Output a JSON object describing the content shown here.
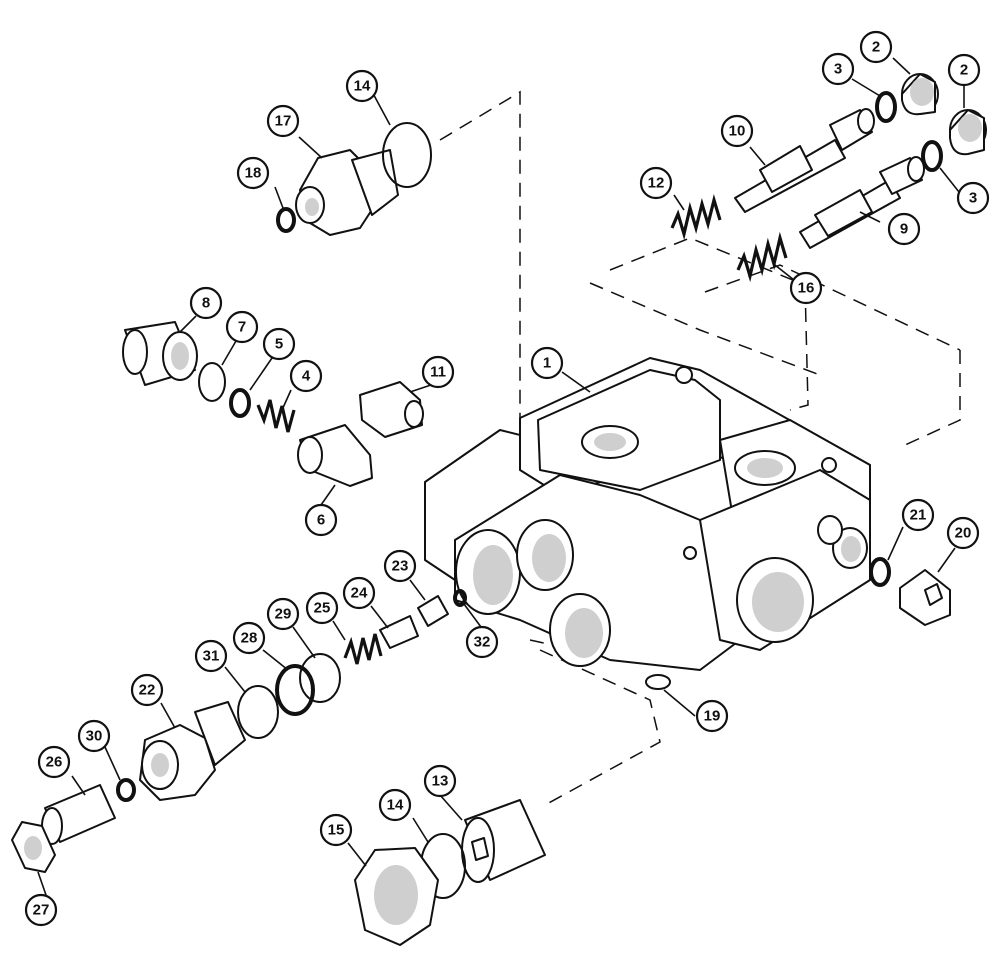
{
  "diagram": {
    "type": "exploded-parts-view",
    "callouts": [
      {
        "id": "c1",
        "label": "1"
      },
      {
        "id": "c2a",
        "label": "2"
      },
      {
        "id": "c2b",
        "label": "2"
      },
      {
        "id": "c3a",
        "label": "3"
      },
      {
        "id": "c3b",
        "label": "3"
      },
      {
        "id": "c4",
        "label": "4"
      },
      {
        "id": "c5",
        "label": "5"
      },
      {
        "id": "c6",
        "label": "6"
      },
      {
        "id": "c7",
        "label": "7"
      },
      {
        "id": "c8",
        "label": "8"
      },
      {
        "id": "c9",
        "label": "9"
      },
      {
        "id": "c10",
        "label": "10"
      },
      {
        "id": "c11",
        "label": "11"
      },
      {
        "id": "c12",
        "label": "12"
      },
      {
        "id": "c13",
        "label": "13"
      },
      {
        "id": "c14a",
        "label": "14"
      },
      {
        "id": "c14b",
        "label": "14"
      },
      {
        "id": "c15",
        "label": "15"
      },
      {
        "id": "c16",
        "label": "16"
      },
      {
        "id": "c17",
        "label": "17"
      },
      {
        "id": "c18",
        "label": "18"
      },
      {
        "id": "c19",
        "label": "19"
      },
      {
        "id": "c20",
        "label": "20"
      },
      {
        "id": "c21",
        "label": "21"
      },
      {
        "id": "c22",
        "label": "22"
      },
      {
        "id": "c23",
        "label": "23"
      },
      {
        "id": "c24",
        "label": "24"
      },
      {
        "id": "c25",
        "label": "25"
      },
      {
        "id": "c26",
        "label": "26"
      },
      {
        "id": "c27",
        "label": "27"
      },
      {
        "id": "c28",
        "label": "28"
      },
      {
        "id": "c29",
        "label": "29"
      },
      {
        "id": "c30",
        "label": "30"
      },
      {
        "id": "c31",
        "label": "31"
      },
      {
        "id": "c32",
        "label": "32"
      }
    ]
  }
}
